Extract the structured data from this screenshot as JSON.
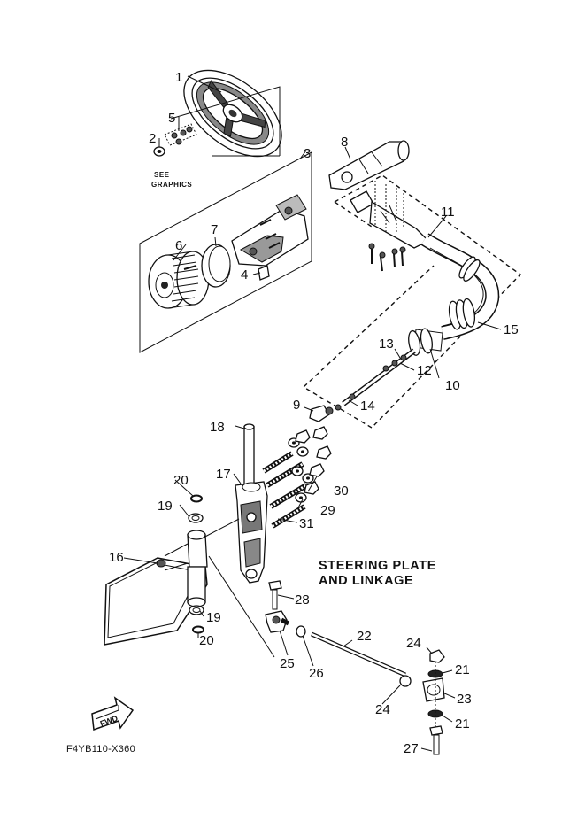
{
  "diagram": {
    "title_line1": "STEERING PLATE",
    "title_line2": "AND LINKAGE",
    "see_line1": "SEE",
    "see_line2": "GRAPHICS",
    "drawing_code": "F4YB110-X360",
    "fwd_label": "FWD",
    "callouts": {
      "c1": "1",
      "c2": "2",
      "c3": "3",
      "c4": "4",
      "c5": "5",
      "c6": "6",
      "c7": "7",
      "c8": "8",
      "c9": "9",
      "c10": "10",
      "c11": "11",
      "c12": "12",
      "c13": "13",
      "c14": "14",
      "c15": "15",
      "c16": "16",
      "c17": "17",
      "c18": "18",
      "c19a": "19",
      "c19b": "19",
      "c20a": "20",
      "c20b": "20",
      "c21a": "21",
      "c21b": "21",
      "c22": "22",
      "c23": "23",
      "c24a": "24",
      "c24b": "24",
      "c25": "25",
      "c26": "26",
      "c27": "27",
      "c28": "28",
      "c29": "29",
      "c30": "30",
      "c31": "31"
    }
  }
}
